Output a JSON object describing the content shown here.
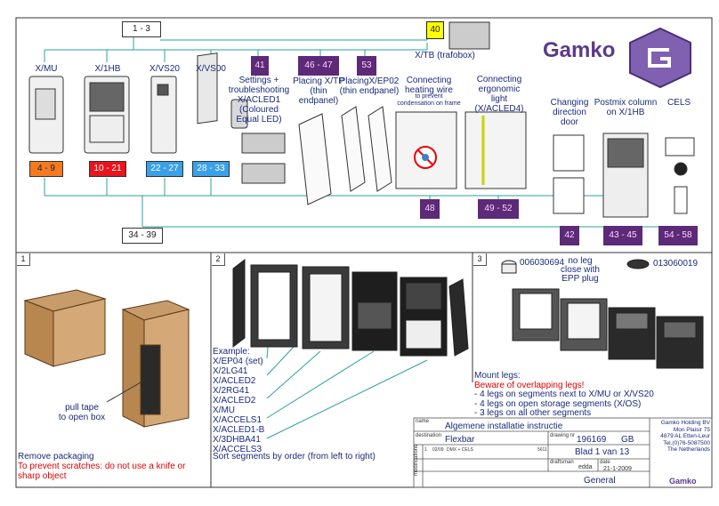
{
  "overview": {
    "range_top": "1 - 3",
    "range_bottom": "34 - 39",
    "products": [
      {
        "label": "X/MU",
        "pages": "4 - 9",
        "color": "#f47a20"
      },
      {
        "label": "X/1HB",
        "pages": "10 - 21",
        "color": "#e8141e"
      },
      {
        "label": "X/VS20",
        "pages": "22 - 27",
        "color": "#3aa0e8"
      },
      {
        "label": "X/VS00",
        "pages": "28 - 33",
        "color": "#3aa0e8"
      }
    ],
    "settings_label": "Settings +\ntroubleshooting\nX/ACLED1\n(Coloured\nEqual LED)",
    "settings_page": "41",
    "tp_label": "Placing X/TP\n(thin\nendpanel)",
    "tp_pages": "46 - 47",
    "ep_label": "PlacingX/EP02\n(thin endpanel)",
    "ep_page": "53",
    "trafobox_page": "40",
    "trafobox_label": "X/TB (trafobox)",
    "heating_label": "Connecting\nheating wire",
    "heating_sub": "to prevent\ncondensation on frame",
    "heating_page": "48",
    "light_label": "Connecting ergonomic\nlight\n(X/ACLED4)",
    "light_pages": "49 - 52",
    "door_label": "Changing\ndirection\ndoor",
    "door_page": "42",
    "postmix_label": "Postmix column\non X/1HB",
    "postmix_pages": "43 - 45",
    "cels_label": "CELS",
    "cels_pages": "54 - 58"
  },
  "brand": {
    "name": "Gamko",
    "color": "#5a3a8a"
  },
  "panel1": {
    "number": "1",
    "tape_label": "pull tape\nto open box",
    "caption": "Remove packaging",
    "warning": "To prevent scratches: do not use a knife or sharp object"
  },
  "panel2": {
    "number": "2",
    "example_title": "Example:",
    "example_items": [
      "X/EP04 (set)",
      "X/2LG41",
      "X/ACLED2",
      "X/2RG41",
      "X/ACLED2",
      "X/MU",
      "X/ACCELS1",
      "X/ACLED1-B",
      "X/3DHBA41",
      "X/ACCELS3"
    ],
    "caption": "Sort segments by order (from left to right)"
  },
  "panel3": {
    "number": "3",
    "part1_code": "006030694",
    "part2_label": "no leg\nclose with\nEPP plug",
    "part2_code": "013060019",
    "mount_title": "Mount legs:",
    "warning": "Beware of overlapping legs!",
    "notes": [
      "- 4 legs on segments next to X/MU or X/VS20",
      "- 4 legs on open storage segments (X/OS)",
      "- 3 legs on all other segments"
    ]
  },
  "title_block": {
    "name_label": "name",
    "name_value": "Algemene installatie instructie",
    "destination_label": "destination",
    "destination_value": "Flexbar",
    "drawing_label": "drawing nr",
    "drawing_value": "196169",
    "lang": "GB",
    "sheet_value": "Blad 1 van 13",
    "draftsman_label": "draftsman",
    "draftsman_value": "edda",
    "date_label": "date",
    "date_value": "21-1-2009",
    "category": "General",
    "mod_label": "modifications",
    "mod_row": [
      "1",
      "02/09",
      "DMX + CELS",
      "5611"
    ],
    "company": [
      "Gamko Holding BV",
      "Mon Plaisir 75",
      "4879 AL Etten-Leur",
      "Tel.(0)76-5087500",
      "The Netherlands"
    ],
    "logo_text": "Gamko"
  }
}
